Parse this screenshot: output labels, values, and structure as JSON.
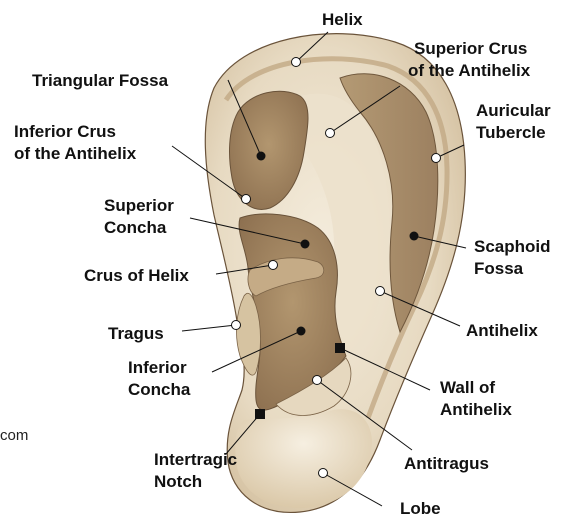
{
  "labels": {
    "helix": "Helix",
    "triangular_fossa": "Triangular Fossa",
    "superior_crus_1": "Superior Crus",
    "superior_crus_2": "of the Antihelix",
    "auricular_tubercle_1": "Auricular",
    "auricular_tubercle_2": "Tubercle",
    "inferior_crus_1": "Inferior Crus",
    "inferior_crus_2": "of the Antihelix",
    "superior_concha_1": "Superior",
    "superior_concha_2": "Concha",
    "scaphoid_fossa_1": "Scaphoid",
    "scaphoid_fossa_2": "Fossa",
    "crus_of_helix": "Crus of Helix",
    "antihelix": "Antihelix",
    "tragus": "Tragus",
    "inferior_concha_1": "Inferior",
    "inferior_concha_2": "Concha",
    "wall_of_antihelix_1": "Wall of",
    "wall_of_antihelix_2": "Antihelix",
    "intertragic_notch_1": "Intertragic",
    "intertragic_notch_2": "Notch",
    "antitragus": "Antitragus",
    "lobe": "Lobe"
  },
  "watermark": "com",
  "colors": {
    "skin_light": "#f1e8d6",
    "skin_mid": "#dccbad",
    "skin_shadow": "#bfa684",
    "cavity": "#a58864",
    "cavity_deep": "#8e7250",
    "outline": "#5b4630",
    "text": "#111111"
  }
}
